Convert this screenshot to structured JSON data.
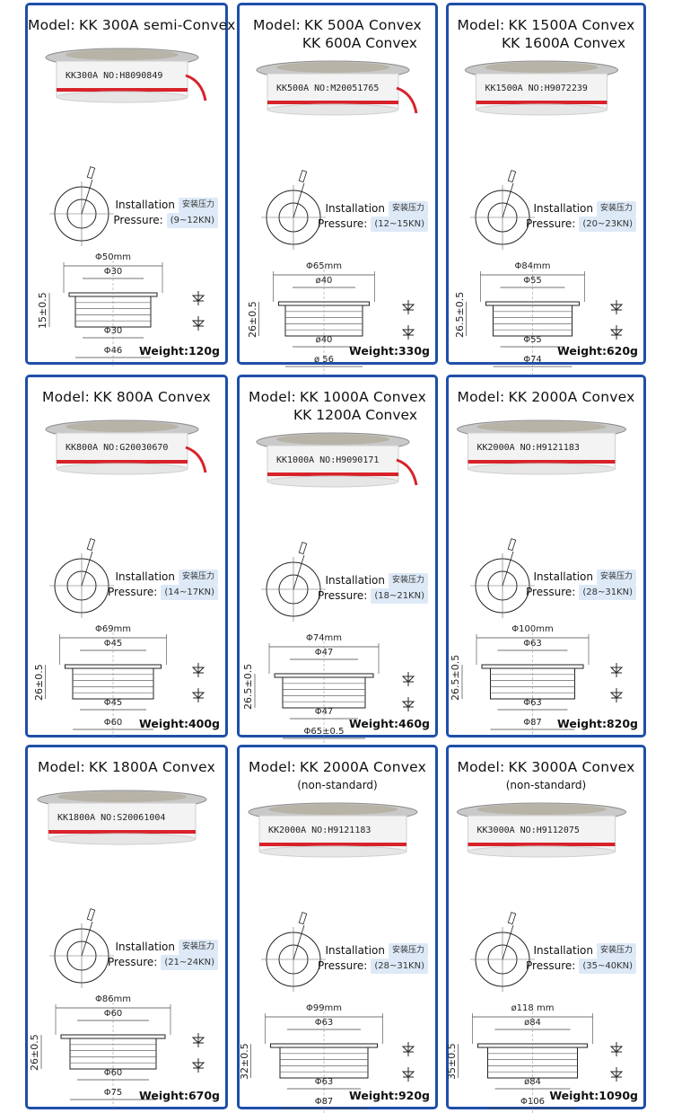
{
  "cards": [
    {
      "model_label": "Model:",
      "model": "KK 300A semi-Convex",
      "model_line2": "",
      "note": "",
      "device_marking": "KK300A  NO:H8090849",
      "install_label": "Installation",
      "install_cn": "安装压力",
      "pressure_label": "Pressure:",
      "pressure": "(9~12KN)",
      "dim_outer": "Φ50mm",
      "dim_top": "Φ30",
      "dim_bottom": "Φ30",
      "dim_base": "Φ46",
      "dim_height": "15±0.5",
      "weight": "Weight:120g",
      "stripe": "#d8222a"
    },
    {
      "model_label": "Model:",
      "model": "KK 500A Convex",
      "model_line2": "KK 600A Convex",
      "note": "",
      "device_marking": "KK500A  NO:M20051765",
      "install_label": "Installation",
      "install_cn": "安装压力",
      "pressure_label": "Pressure:",
      "pressure": "(12~15KN)",
      "dim_outer": "Φ65mm",
      "dim_top": "ø40",
      "dim_bottom": "ø40",
      "dim_base": "ø 56",
      "dim_height": "26±0.5",
      "weight": "Weight:330g",
      "stripe": "#d8222a"
    },
    {
      "model_label": "Model:",
      "model": "KK 1500A Convex",
      "model_line2": "KK 1600A Convex",
      "note": "",
      "device_marking": "KK1500A  NO:H9072239",
      "install_label": "Installation",
      "install_cn": "安装压力",
      "pressure_label": "Pressure:",
      "pressure": "(20~23KN)",
      "dim_outer": "Φ84mm",
      "dim_top": "Φ55",
      "dim_bottom": "Φ55",
      "dim_base": "Φ74",
      "dim_height": "26.5±0.5",
      "weight": "Weight:620g",
      "stripe": "#d8222a"
    },
    {
      "model_label": "Model:",
      "model": "KK 800A Convex",
      "model_line2": "",
      "note": "",
      "device_marking": "KK800A  NO:G20030670",
      "install_label": "Installation",
      "install_cn": "安装压力",
      "pressure_label": "Pressure:",
      "pressure": "(14~17KN)",
      "dim_outer": "Φ69mm",
      "dim_top": "Φ45",
      "dim_bottom": "Φ45",
      "dim_base": "Φ60",
      "dim_height": "26±0.5",
      "weight": "Weight:400g",
      "stripe": "#d8222a"
    },
    {
      "model_label": "Model:",
      "model": "KK 1000A Convex",
      "model_line2": "KK 1200A Convex",
      "note": "",
      "device_marking": "KK1000A  NO:H9090171",
      "install_label": "Installation",
      "install_cn": "安装压力",
      "pressure_label": "Pressure:",
      "pressure": "(18~21KN)",
      "dim_outer": "Φ74mm",
      "dim_top": "Φ47",
      "dim_bottom": "Φ47",
      "dim_base": "Φ65±0.5",
      "dim_height": "26.5±0.5",
      "weight": "Weight:460g",
      "stripe": "#d8222a"
    },
    {
      "model_label": "Model:",
      "model": "KK 2000A Convex",
      "model_line2": "",
      "note": "",
      "device_marking": "KK2000A  NO:H9121183",
      "install_label": "Installation",
      "install_cn": "安装压力",
      "pressure_label": "Pressure:",
      "pressure": "(28~31KN)",
      "dim_outer": "Φ100mm",
      "dim_top": "Φ63",
      "dim_bottom": "Φ63",
      "dim_base": "Φ87",
      "dim_height": "26.5±0.5",
      "weight": "Weight:820g",
      "stripe": "#d8222a"
    },
    {
      "model_label": "Model:",
      "model": "KK 1800A Convex",
      "model_line2": "",
      "note": "",
      "device_marking": "KK1800A  NO:S20061004",
      "install_label": "Installation",
      "install_cn": "安装压力",
      "pressure_label": "Pressure:",
      "pressure": "(21~24KN)",
      "dim_outer": "Φ86mm",
      "dim_top": "Φ60",
      "dim_bottom": "Φ60",
      "dim_base": "Φ75",
      "dim_height": "26±0.5",
      "weight": "Weight:670g",
      "stripe": "#d8222a"
    },
    {
      "model_label": "Model:",
      "model": "KK 2000A Convex",
      "model_line2": "",
      "note": "(non-standard)",
      "device_marking": "KK2000A  NO:H9121183",
      "install_label": "Installation",
      "install_cn": "安装压力",
      "pressure_label": "Pressure:",
      "pressure": "(28~31KN)",
      "dim_outer": "Φ99mm",
      "dim_top": "Φ63",
      "dim_bottom": "Φ63",
      "dim_base": "Φ87",
      "dim_height": "32±0.5",
      "weight": "Weight:920g",
      "stripe": "#d8222a"
    },
    {
      "model_label": "Model:",
      "model": "KK 3000A Convex",
      "model_line2": "",
      "note": "(non-standard)",
      "device_marking": "KK3000A  NO:H9112075",
      "install_label": "Installation",
      "install_cn": "安装压力",
      "pressure_label": "Pressure:",
      "pressure": "(35~40KN)",
      "dim_outer": "ø118 mm",
      "dim_top": "ø84",
      "dim_bottom": "ø84",
      "dim_base": "Φ106",
      "dim_height": "35±0.5",
      "weight": "Weight:1090g",
      "stripe": "#d8222a"
    }
  ]
}
